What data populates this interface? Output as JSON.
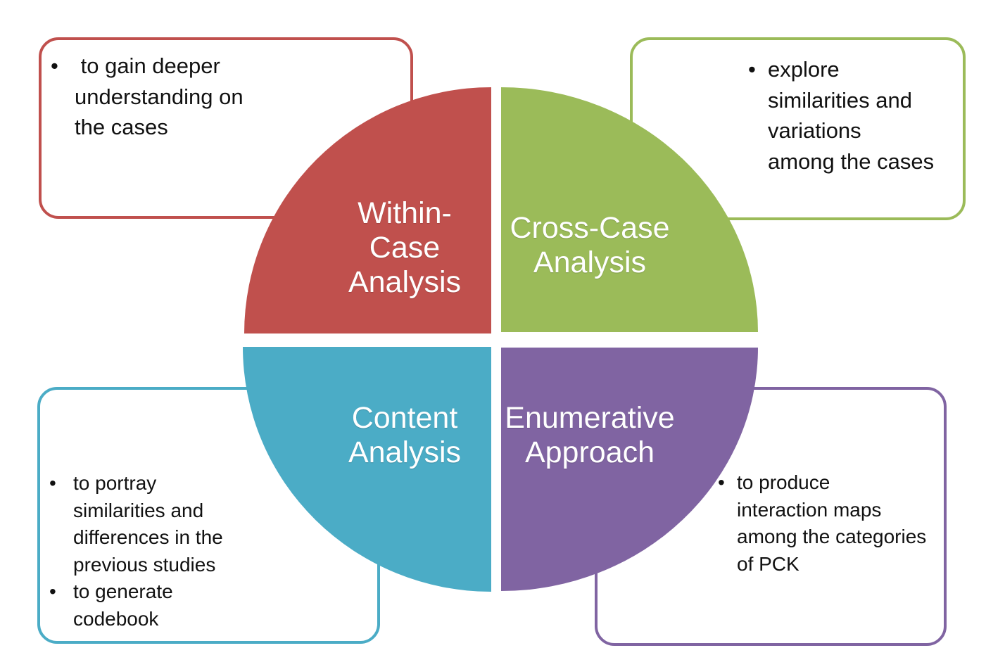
{
  "glyphs": {
    "bullet": "•"
  },
  "colors": {
    "within_case_red": "#C0504D",
    "cross_case_green": "#9BBB59",
    "content_teal": "#4BACC6",
    "enumerative_purple": "#8064A2",
    "body_text": "#111111",
    "label_text": "#ffffff"
  },
  "quadrants": {
    "within_case": {
      "lines": [
        "Within-",
        "Case",
        "Analysis"
      ]
    },
    "cross_case": {
      "lines": [
        "Cross-Case",
        "Analysis"
      ]
    },
    "content": {
      "lines": [
        "Content",
        "Analysis"
      ]
    },
    "enumerative": {
      "lines": [
        "Enumerative",
        "Approach"
      ]
    }
  },
  "callouts": {
    "top_left": {
      "bullets": [
        {
          "lines": [
            " to gain deeper",
            "understanding on",
            "the cases"
          ]
        }
      ]
    },
    "top_right": {
      "bullets": [
        {
          "lines": [
            "explore",
            "similarities and",
            "variations",
            "among the cases"
          ]
        }
      ]
    },
    "bottom_left": {
      "bullets": [
        {
          "lines": [
            "to portray",
            "similarities and",
            "differences in the",
            "previous studies"
          ]
        },
        {
          "lines": [
            "to generate",
            "codebook"
          ]
        }
      ]
    },
    "bottom_right": {
      "bullets": [
        {
          "lines": [
            "to produce",
            "interaction maps",
            "among the categories",
            "of PCK"
          ]
        }
      ]
    }
  }
}
